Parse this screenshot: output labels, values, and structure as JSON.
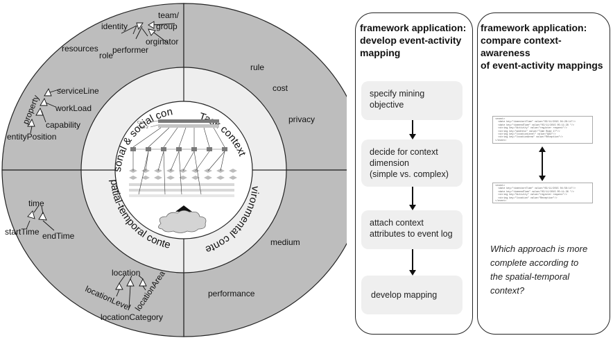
{
  "wheel": {
    "segments": {
      "personal_social": "Personal & social context",
      "task": "Task context",
      "environmental": "Environmental context",
      "spatial_temporal": "Spatial-temporal context"
    },
    "personal_attrs": {
      "team_group_1": "team/",
      "team_group_2": "group",
      "identity": "identity",
      "orginator": "orginator",
      "resources": "resources",
      "role": "role",
      "performer": "performer",
      "serviceLine": "serviceLine",
      "property": "property",
      "workLoad": "workLoad",
      "capability": "capability",
      "entityPosition": "entityPosition"
    },
    "task_attrs": {
      "rule": "rule",
      "cost": "cost",
      "privacy": "privacy"
    },
    "environment_attrs": {
      "medium": "medium",
      "performance": "performance"
    },
    "temporal_attrs": {
      "time": "time",
      "startTime": "startTime",
      "endTime": "endTime"
    },
    "spatial_attrs": {
      "location": "location",
      "locationLevel": "locationLevel",
      "locationCategory": "locationCategory",
      "locationArea": "locationArea"
    },
    "center": {
      "case1": "Case 1",
      "case2": "Case 2"
    }
  },
  "panel1": {
    "title_line1": "framework application:",
    "title_line2": "develop event-activity",
    "title_line3": "mapping",
    "steps": [
      [
        "specify mining",
        "objective"
      ],
      [
        "decide for context",
        "dimension",
        "(simple vs. complex)"
      ],
      [
        "attach context",
        "attributes to event log"
      ],
      [
        "develop mapping"
      ]
    ]
  },
  "panel2": {
    "title_line1": "framework application:",
    "title_line2": "compare context-awareness",
    "title_line3": "of event-activity mappings",
    "xml_top": "<event>\n  <date key=\"timestartTime\" value=\"03/11/2015 04:26:14\"/>\n  <date key=\"timeendTime\" value=\"03/11/2015 05:11:28 \"/>\n  <string key=\"Activity\" value=\"register request\"/>\n  <string key=\"address\" value=\"Time Road 17\"/>\n  <string key=\"locationLevel\" value=\"Q62\"/>\n  <string key=\"locationArea\" value=\"Reception\"/>\n</event>",
    "xml_bottom": "<event>\n  <date key=\"timestartTime\" value=\"03/11/2015 04:56:14\"/>\n  <date key=\"timeendTime\" value=\"03/11/2015 05:11:36 \"/>\n  <string key=\"Activity\" value=\"register request\"/>\n  <string key=\"location\" value=\"Reception\"/>\n</event>",
    "question_line1": "Which approach is more",
    "question_line2": "complete according to",
    "question_line3": "the spatial-temporal",
    "question_line4": "context?"
  }
}
